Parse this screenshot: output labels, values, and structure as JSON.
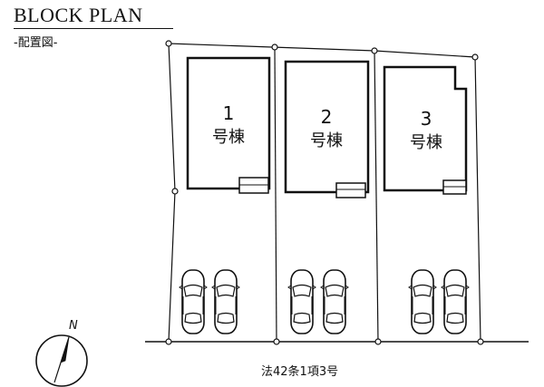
{
  "header": {
    "title": "BLOCK PLAN",
    "subtitle": "-配置図-"
  },
  "compass": {
    "label": "N"
  },
  "lots": [
    {
      "number": "1",
      "label": "号棟"
    },
    {
      "number": "2",
      "label": "号棟"
    },
    {
      "number": "3",
      "label": "号棟"
    }
  ],
  "road_note": "法42条1項3号"
}
